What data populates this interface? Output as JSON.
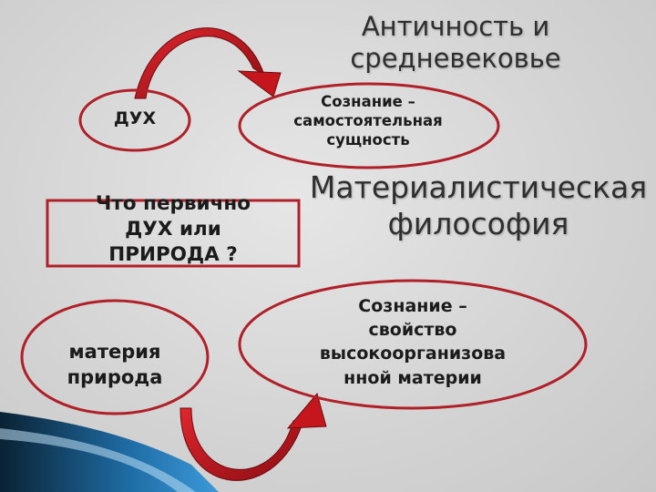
{
  "titles": {
    "ancient": [
      "Античность и",
      "средневековье"
    ],
    "materialist": [
      "Материалистическая",
      "философия"
    ]
  },
  "nodes": {
    "spirit": [
      "ДУХ"
    ],
    "consciousness_substance": [
      "Сознание –",
      "самостоятельная",
      "сущность"
    ],
    "question": [
      "Что первично",
      "ДУХ или",
      "ПРИРОДА ?"
    ],
    "matter_nature": [
      "материя",
      "природа"
    ],
    "consciousness_property": [
      "Сознание –",
      "свойство",
      "высокоорганизова",
      "нной материи"
    ]
  },
  "colors": {
    "outline": "#b02028",
    "arrow": "#c4161c",
    "arrow_dark": "#8a0d12",
    "text": "#1b1b1b",
    "heading": "#2f2f2f",
    "corner_dark": "#0c2d45",
    "corner_blue": "#2d86c4"
  }
}
